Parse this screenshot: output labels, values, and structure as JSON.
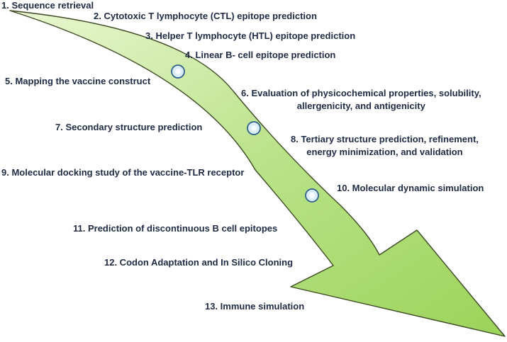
{
  "colors": {
    "arrow_fill_dark": "#9cd35a",
    "arrow_fill_light": "#eaf7d2",
    "arrow_outline": "#3e4a24",
    "text": "#1f2a44",
    "marker_fill": "#d9ecf8",
    "marker_outline": "#2f5f8a"
  },
  "steps": [
    {
      "id": 1,
      "text": "1. Sequence retrieval"
    },
    {
      "id": 2,
      "text": "2. Cytotoxic T lymphocyte (CTL) epitope prediction"
    },
    {
      "id": 3,
      "text": "3. Helper T lymphocyte (HTL) epitope prediction"
    },
    {
      "id": 4,
      "text": "4. Linear B- cell epitope prediction"
    },
    {
      "id": 5,
      "text": "5. Mapping the vaccine construct"
    },
    {
      "id": 6,
      "lines": [
        "6. Evaluation of physicochemical properties, solubility,",
        "allergenicity, and antigenicity"
      ]
    },
    {
      "id": 7,
      "text": "7. Secondary structure prediction"
    },
    {
      "id": 8,
      "lines": [
        "8. Tertiary structure prediction, refinement,",
        "energy minimization, and validation"
      ]
    },
    {
      "id": 9,
      "text": "9. Molecular docking study of the vaccine-TLR receptor"
    },
    {
      "id": 10,
      "text": "10. Molecular dynamic simulation"
    },
    {
      "id": 11,
      "text": "11. Prediction of discontinuous B cell epitopes"
    },
    {
      "id": 12,
      "text": "12. Codon Adaptation and In Silico Cloning"
    },
    {
      "id": 13,
      "text": "13. Immune simulation"
    }
  ]
}
